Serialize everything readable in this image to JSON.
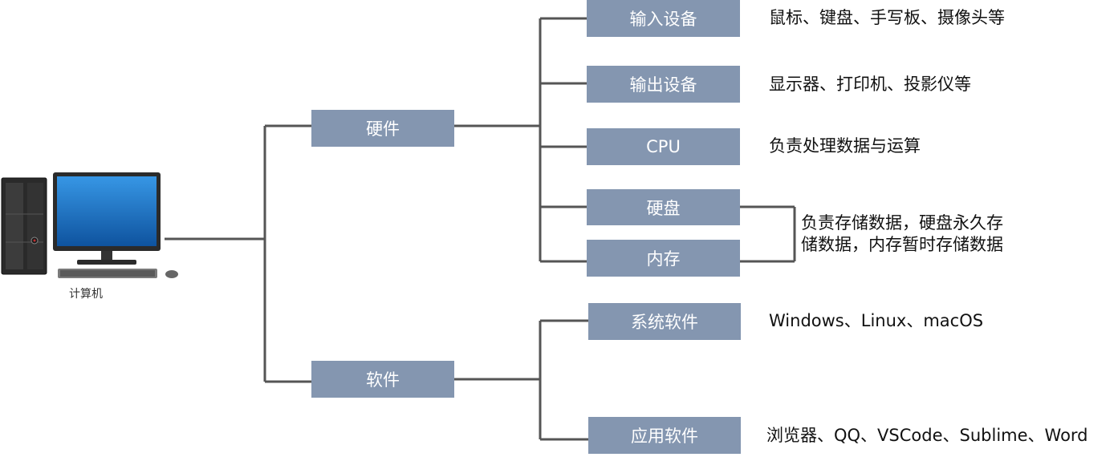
{
  "root": {
    "label": "计算机"
  },
  "branches": [
    {
      "label": "硬件",
      "children": [
        {
          "label": "输入设备",
          "note": "鼠标、键盘、手写板、摄像头等"
        },
        {
          "label": "输出设备",
          "note": "显示器、打印机、投影仪等"
        },
        {
          "label": "CPU",
          "note": "负责处理数据与运算"
        },
        {
          "label": "硬盘"
        },
        {
          "label": "内存"
        }
      ],
      "shared_note": [
        "负责存储数据，硬盘永久存",
        "储数据，内存暂时存储数据"
      ]
    },
    {
      "label": "软件",
      "children": [
        {
          "label": "系统软件",
          "note": "Windows、Linux、macOS"
        },
        {
          "label": "应用软件",
          "note": "浏览器、QQ、VSCode、Sublime、Word"
        }
      ]
    }
  ],
  "colors": {
    "node_fill": "#8496b0",
    "node_text": "#ffffff",
    "connector": "#555555"
  }
}
